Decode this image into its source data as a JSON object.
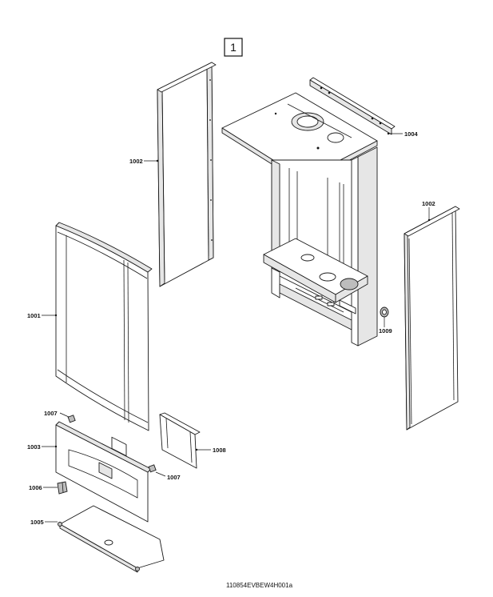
{
  "diagram": {
    "sheet_number": "1",
    "reference_code": "110854EVBEW4H001a",
    "part_labels": {
      "side_panel_left": "1002",
      "side_panel_right": "1002",
      "wall_bracket": "1004",
      "front_panel": "1001",
      "fixing_clip_left": "1007",
      "fixing_clip_right": "1007",
      "lower_fascia": "1003",
      "bracket_1008": "1008",
      "clip_1006": "1006",
      "bottom_cover": "1005",
      "grommet": "1009"
    }
  }
}
